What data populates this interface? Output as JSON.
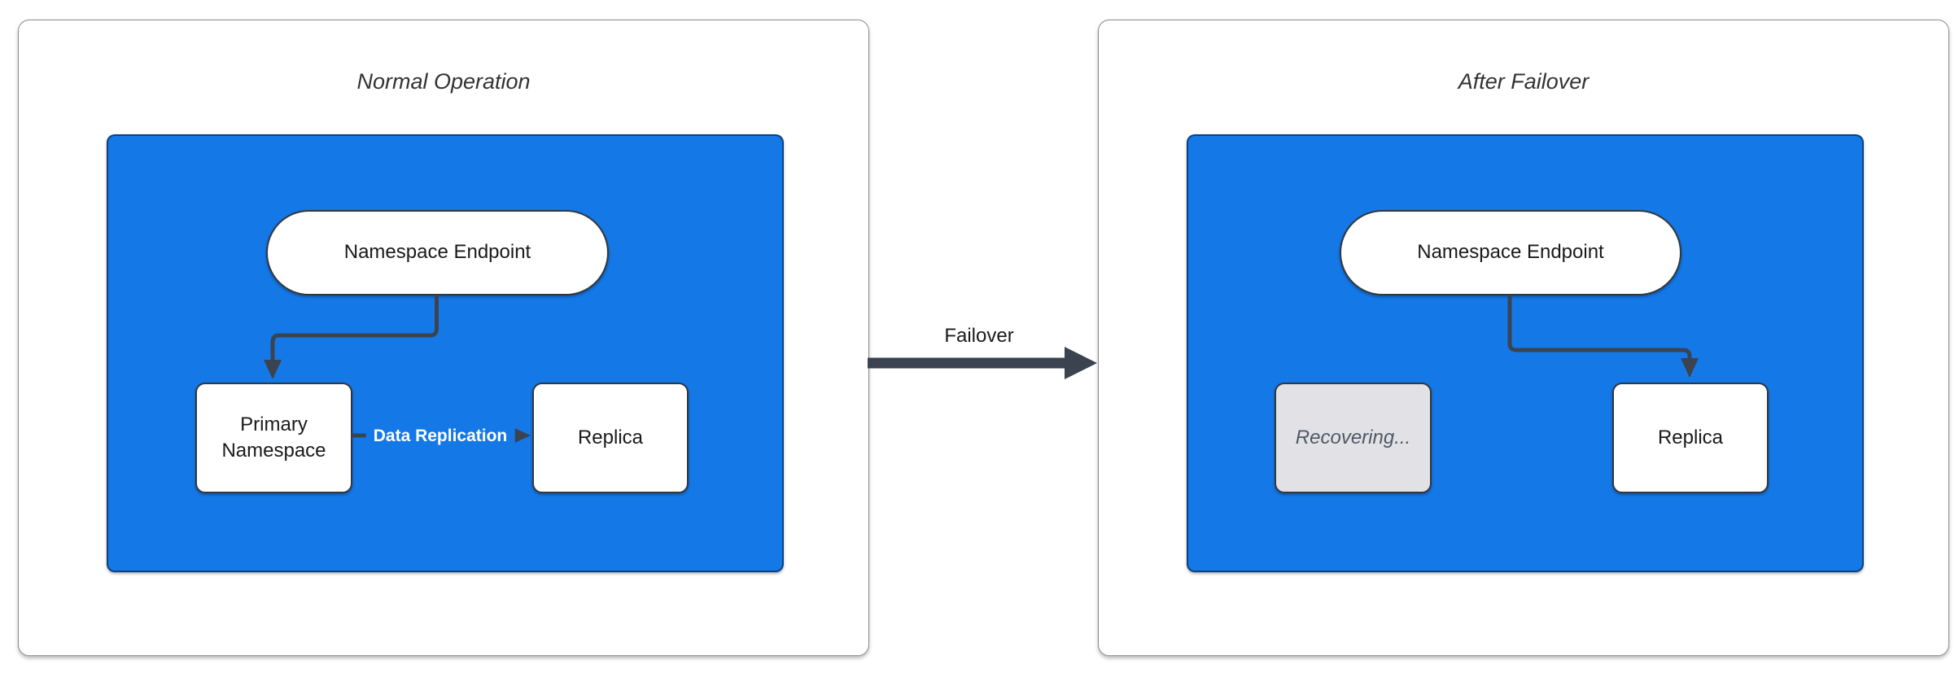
{
  "left_panel": {
    "title": "Normal Operation",
    "endpoint_label": "Namespace Endpoint",
    "primary_label": "Primary Namespace",
    "replica_label": "Replica",
    "edge_label": "Data Replication"
  },
  "failover_arrow": {
    "label": "Failover"
  },
  "right_panel": {
    "title": "After Failover",
    "endpoint_label": "Namespace Endpoint",
    "recovering_label": "Recovering...",
    "replica_label": "Replica"
  },
  "colors": {
    "accent_blue": "#1478E6",
    "arrow_dark": "#3B4350",
    "node_border": "#33373E",
    "node_fill": "#FFFFFF",
    "node_text": "#1A1A1A",
    "muted_fill": "#E2E2E6",
    "muted_text": "#4E5866",
    "panel_border": "#8A8A8A",
    "panel_title_text": "#333333",
    "edge_label_text": "#FFFFFF"
  }
}
